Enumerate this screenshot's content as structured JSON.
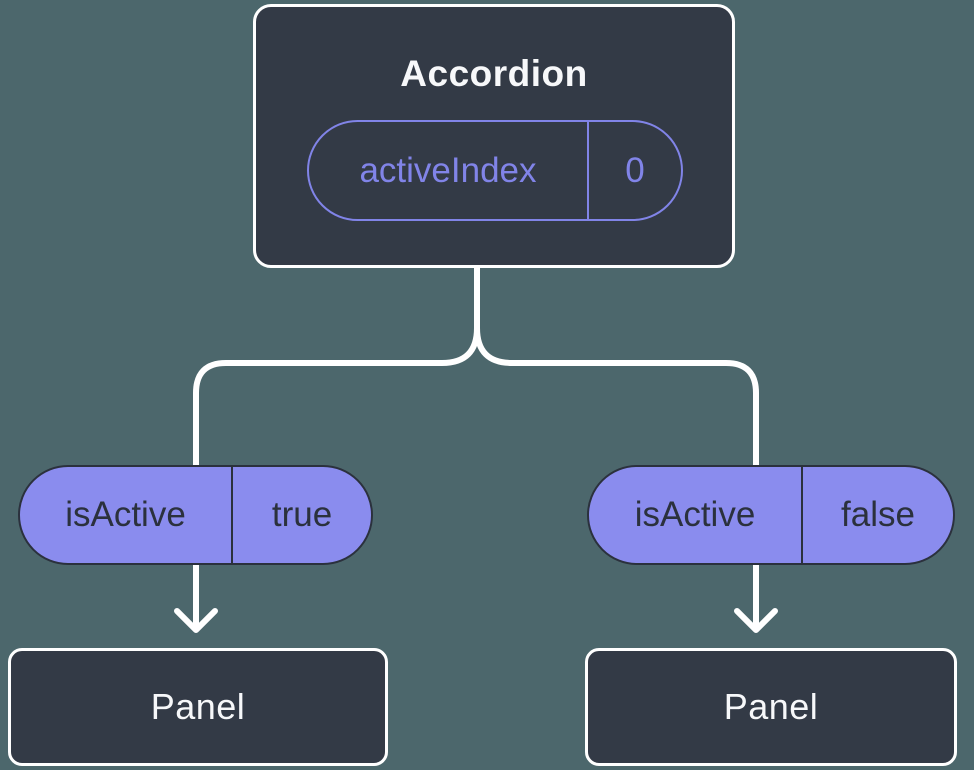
{
  "root_node": {
    "title": "Accordion",
    "prop": {
      "name": "activeIndex",
      "value": "0"
    }
  },
  "children": [
    {
      "prop": {
        "name": "isActive",
        "value": "true"
      },
      "panel": {
        "title": "Panel"
      }
    },
    {
      "prop": {
        "name": "isActive",
        "value": "false"
      },
      "panel": {
        "title": "Panel"
      }
    }
  ],
  "colors": {
    "background": "#4c676c",
    "node_fill": "#333a46",
    "node_border": "#ffffff",
    "pill_fill": "#8a8cee",
    "pill_border": "#2b313d",
    "accent_purple": "#8184e8",
    "text_light": "#f7f8fa",
    "text_dark": "#2b313d",
    "connector": "#ffffff"
  }
}
